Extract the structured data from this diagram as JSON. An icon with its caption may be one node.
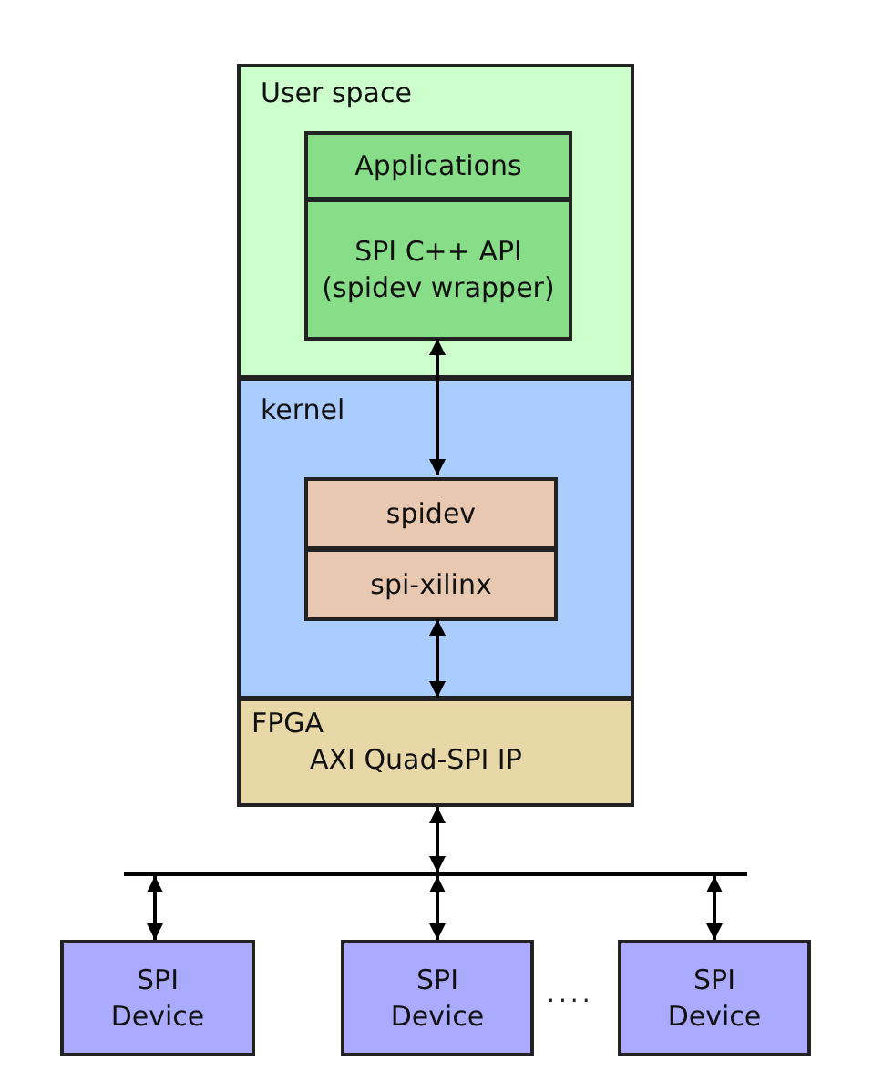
{
  "diagram": {
    "nodes": [
      {
        "text": [
          "User space"
        ]
      },
      {
        "text": [
          "Applications"
        ],
        "in": 0
      },
      {
        "text": [
          "SPI C++ API (spidev wrapper)"
        ],
        "in": 0
      },
      {
        "text": [
          "kernel"
        ]
      },
      {
        "text": [
          "spidev"
        ],
        "in": 3
      },
      {
        "text": [
          "spi-xilinx"
        ],
        "in": 3
      },
      {
        "text": [
          "FPGA",
          "AXI Quad-SPI IP"
        ]
      },
      {
        "text": [],
        "shape": "bar"
      },
      {
        "text": [
          "SPI Device"
        ]
      },
      {
        "text": [
          "SPI Device"
        ]
      },
      {
        "text": [
          "SPI Device"
        ]
      }
    ],
    "edges": [
      {
        "from": 2,
        "to": 4,
        "arrow": "both"
      },
      {
        "from": 5,
        "to": 6,
        "arrow": "both"
      },
      {
        "from": 6,
        "to": 7,
        "arrow": "both"
      },
      {
        "from": 7,
        "to": 8,
        "arrow": "both"
      },
      {
        "from": 7,
        "to": 9,
        "arrow": "both"
      },
      {
        "from": 7,
        "to": 10,
        "arrow": "both"
      }
    ],
    "labels": [
      "...."
    ]
  }
}
